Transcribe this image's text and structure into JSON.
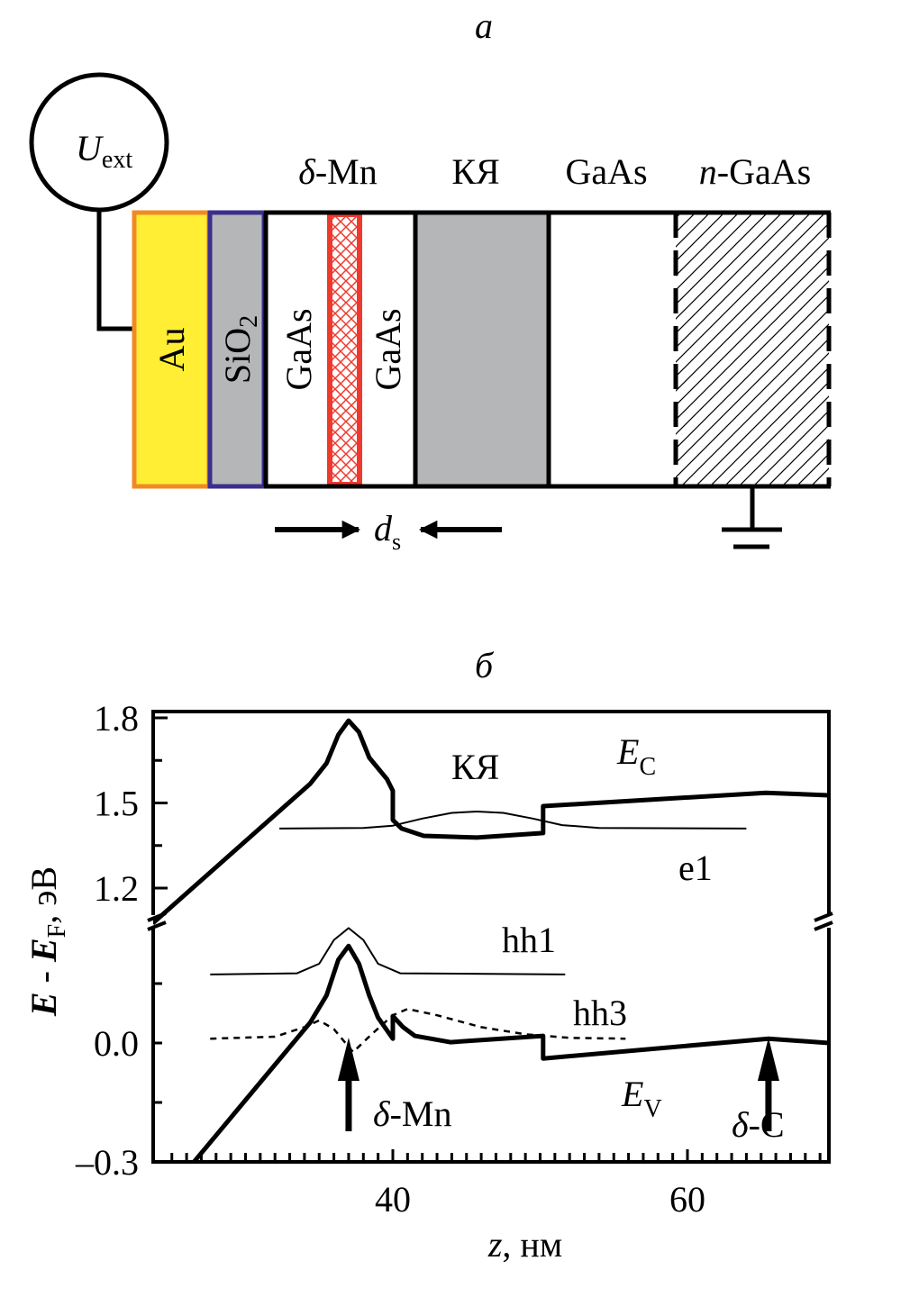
{
  "panel_a": {
    "label": "а",
    "source": {
      "symbol": "U",
      "subscript": "ext"
    },
    "layers": {
      "au": "Au",
      "sio2": "SiO",
      "sio2_sub": "2",
      "gaas1": "GaAs",
      "gaas2": "GaAs"
    },
    "top_labels": {
      "delta_prefix": "δ",
      "delta_mn": "-Mn",
      "qw": "КЯ",
      "gaas": "GaAs",
      "n_prefix": "n",
      "n_gaas": "-GaAs"
    },
    "spacer": {
      "symbol": "d",
      "subscript": "s"
    },
    "colors": {
      "au_fill": "#ffee33",
      "au_stroke": "#f08a24",
      "sio2_fill": "#b4b6b8",
      "sio2_stroke": "#3a2f8c",
      "mn_stroke": "#ee3a2e",
      "qw_fill": "#b4b6b8"
    }
  },
  "panel_b": {
    "label": "б"
  },
  "chart_data": {
    "type": "line",
    "xlabel_var": "z",
    "xlabel_unit": ", нм",
    "ylabel": {
      "e": "E",
      "dash": " - ",
      "ef": "E",
      "ef_sub": "F",
      "unit": ", эВ"
    },
    "xlim": [
      23.7,
      69.6
    ],
    "x_ticks": [
      "40",
      "60"
    ],
    "x_tick_values": [
      40,
      60
    ],
    "y_upper_range": [
      1.076,
      1.8
    ],
    "y_lower_range": [
      -0.3,
      0.305
    ],
    "y_ticks_upper": [
      "1.8",
      "1.5",
      "1.2"
    ],
    "y_ticks_upper_values": [
      1.8,
      1.5,
      1.2
    ],
    "y_ticks_lower": [
      "0.0",
      "–0.3"
    ],
    "y_ticks_lower_values": [
      0.0,
      -0.3
    ],
    "axis_break": true,
    "annotations": {
      "qw": "КЯ",
      "ec": "E",
      "ec_sub": "C",
      "e1": "e1",
      "hh1": "hh1",
      "hh3": "hh3",
      "ev": "E",
      "ev_sub": "V",
      "delta": "δ",
      "mn": "-Mn",
      "c": "-C"
    },
    "series": [
      {
        "name": "E_C",
        "panel": "upper",
        "style": "thick",
        "points": [
          [
            23.7,
            1.076
          ],
          [
            34.4,
            1.568
          ],
          [
            35.5,
            1.64
          ],
          [
            36.3,
            1.74
          ],
          [
            37.0,
            1.79
          ],
          [
            37.7,
            1.75
          ],
          [
            38.4,
            1.66
          ],
          [
            39.6,
            1.584
          ],
          [
            40.0,
            1.543
          ],
          [
            40.0,
            1.44
          ],
          [
            40.6,
            1.41
          ],
          [
            42.1,
            1.384
          ],
          [
            45.7,
            1.378
          ],
          [
            50.2,
            1.394
          ],
          [
            50.2,
            1.489
          ],
          [
            65.3,
            1.536
          ],
          [
            69.6,
            1.527
          ]
        ]
      },
      {
        "name": "e1",
        "panel": "upper",
        "style": "thin",
        "points": [
          [
            32.3,
            1.41
          ],
          [
            38,
            1.412
          ],
          [
            40,
            1.42
          ],
          [
            42,
            1.445
          ],
          [
            44,
            1.465
          ],
          [
            45.7,
            1.47
          ],
          [
            47.5,
            1.465
          ],
          [
            49.5,
            1.445
          ],
          [
            51.5,
            1.422
          ],
          [
            54,
            1.412
          ],
          [
            64,
            1.41
          ]
        ]
      },
      {
        "name": "E_V",
        "panel": "lower",
        "style": "thick",
        "points": [
          [
            26.5,
            -0.3
          ],
          [
            34.4,
            0.052
          ],
          [
            35.5,
            0.12
          ],
          [
            36.3,
            0.21
          ],
          [
            37.0,
            0.245
          ],
          [
            37.7,
            0.2
          ],
          [
            38.4,
            0.12
          ],
          [
            39.0,
            0.064
          ],
          [
            40.0,
            0.011
          ],
          [
            40.0,
            0.068
          ],
          [
            40.7,
            0.04
          ],
          [
            41.5,
            0.018
          ],
          [
            43.9,
            0.002
          ],
          [
            50.2,
            0.018
          ],
          [
            50.2,
            -0.039
          ],
          [
            65.5,
            0.011
          ],
          [
            69.6,
            0.0
          ]
        ]
      },
      {
        "name": "hh1",
        "panel": "lower",
        "style": "thin",
        "points": [
          [
            27.6,
            0.173
          ],
          [
            33.5,
            0.176
          ],
          [
            35,
            0.2
          ],
          [
            36,
            0.26
          ],
          [
            37,
            0.29
          ],
          [
            38,
            0.26
          ],
          [
            39,
            0.2
          ],
          [
            40.5,
            0.176
          ],
          [
            51.7,
            0.173
          ]
        ]
      },
      {
        "name": "hh3",
        "panel": "lower",
        "style": "dashed",
        "points": [
          [
            27.6,
            0.011
          ],
          [
            32,
            0.016
          ],
          [
            34,
            0.04
          ],
          [
            35,
            0.057
          ],
          [
            36,
            0.035
          ],
          [
            37.3,
            -0.023
          ],
          [
            38.5,
            0.02
          ],
          [
            40,
            0.07
          ],
          [
            41,
            0.086
          ],
          [
            43,
            0.07
          ],
          [
            46,
            0.04
          ],
          [
            49,
            0.022
          ],
          [
            52,
            0.013
          ],
          [
            55.8,
            0.011
          ]
        ]
      }
    ],
    "arrows": [
      {
        "name": "delta-mn",
        "z": 37
      },
      {
        "name": "delta-c",
        "z": 65.5
      }
    ]
  }
}
